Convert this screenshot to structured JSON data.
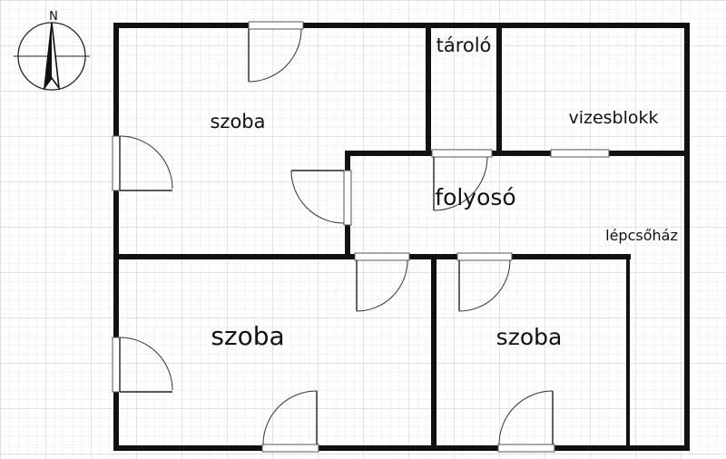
{
  "compass": {
    "north_label": "N"
  },
  "rooms": [
    {
      "id": "room-top-left",
      "label": "szoba"
    },
    {
      "id": "room-storage",
      "label": "tároló"
    },
    {
      "id": "room-bathroom",
      "label": "vizesblokk"
    },
    {
      "id": "room-corridor",
      "label": "folyosó"
    },
    {
      "id": "room-stairwell",
      "label": "lépcsőház"
    },
    {
      "id": "room-bottom-left",
      "label": "szoba"
    },
    {
      "id": "room-bottom-right",
      "label": "szoba"
    }
  ],
  "colors": {
    "wall": "#111111",
    "grid_minor": "#e3e3e3",
    "grid_major": "#c4c4c4",
    "background": "#ffffff"
  }
}
